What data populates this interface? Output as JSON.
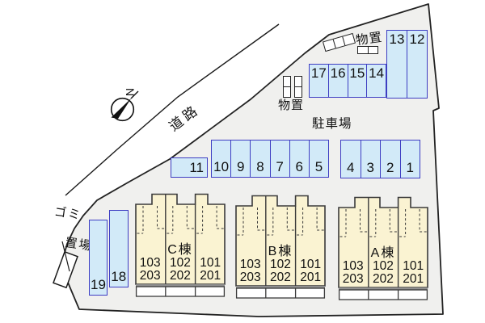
{
  "labels": {
    "road": "道路",
    "parking_area": "駐車場",
    "storage_top": "物置",
    "storage_left": "物置",
    "garbage_line1": "ゴミ",
    "garbage_line2": "置場",
    "compass_north": "N"
  },
  "parking_spots": {
    "block_top_right": [
      "13",
      "12"
    ],
    "block_top": [
      "17",
      "16",
      "15",
      "14"
    ],
    "spot_11": "11",
    "block_main_left": [
      "10",
      "9",
      "8",
      "7",
      "6",
      "5"
    ],
    "block_main_right": [
      "4",
      "3",
      "2",
      "1"
    ],
    "spot_18": "18",
    "spot_19": "19"
  },
  "buildings": [
    {
      "name": "C棟",
      "units": [
        {
          "line1": "103",
          "line2": "203"
        },
        {
          "line1": "102",
          "line2": "202"
        },
        {
          "line1": "101",
          "line2": "201"
        }
      ]
    },
    {
      "name": "B棟",
      "units": [
        {
          "line1": "103",
          "line2": "203"
        },
        {
          "line1": "102",
          "line2": "202"
        },
        {
          "line1": "101",
          "line2": "201"
        }
      ]
    },
    {
      "name": "A棟",
      "units": [
        {
          "line1": "103",
          "line2": "203"
        },
        {
          "line1": "102",
          "line2": "202"
        },
        {
          "line1": "101",
          "line2": "201"
        }
      ]
    }
  ],
  "colors": {
    "site_fill": "#f0f0ee",
    "outline": "#222222",
    "parking_fill": "#d2eaf8",
    "parking_border": "#3d3dc2",
    "building_fill": "#faf3d2",
    "building_border": "#3a3a3a"
  }
}
